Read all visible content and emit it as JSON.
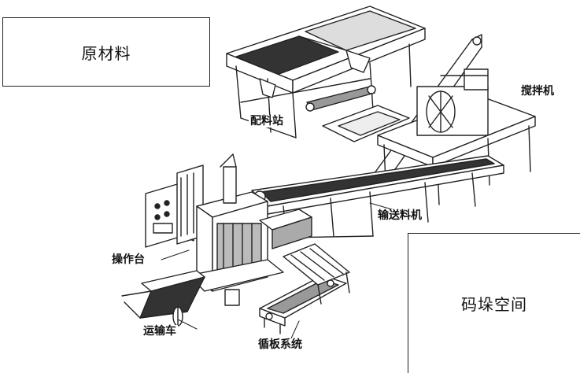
{
  "diagram": {
    "raw_material_box": "原材料",
    "stacking_space_box": "码垛空间",
    "labels": {
      "batching_station": "配料站",
      "mixer": "搅拌机",
      "conveyor": "输送料机",
      "control_panel": "操作台",
      "transport_cart": "运输车",
      "pallet_system": "循板系统"
    }
  }
}
